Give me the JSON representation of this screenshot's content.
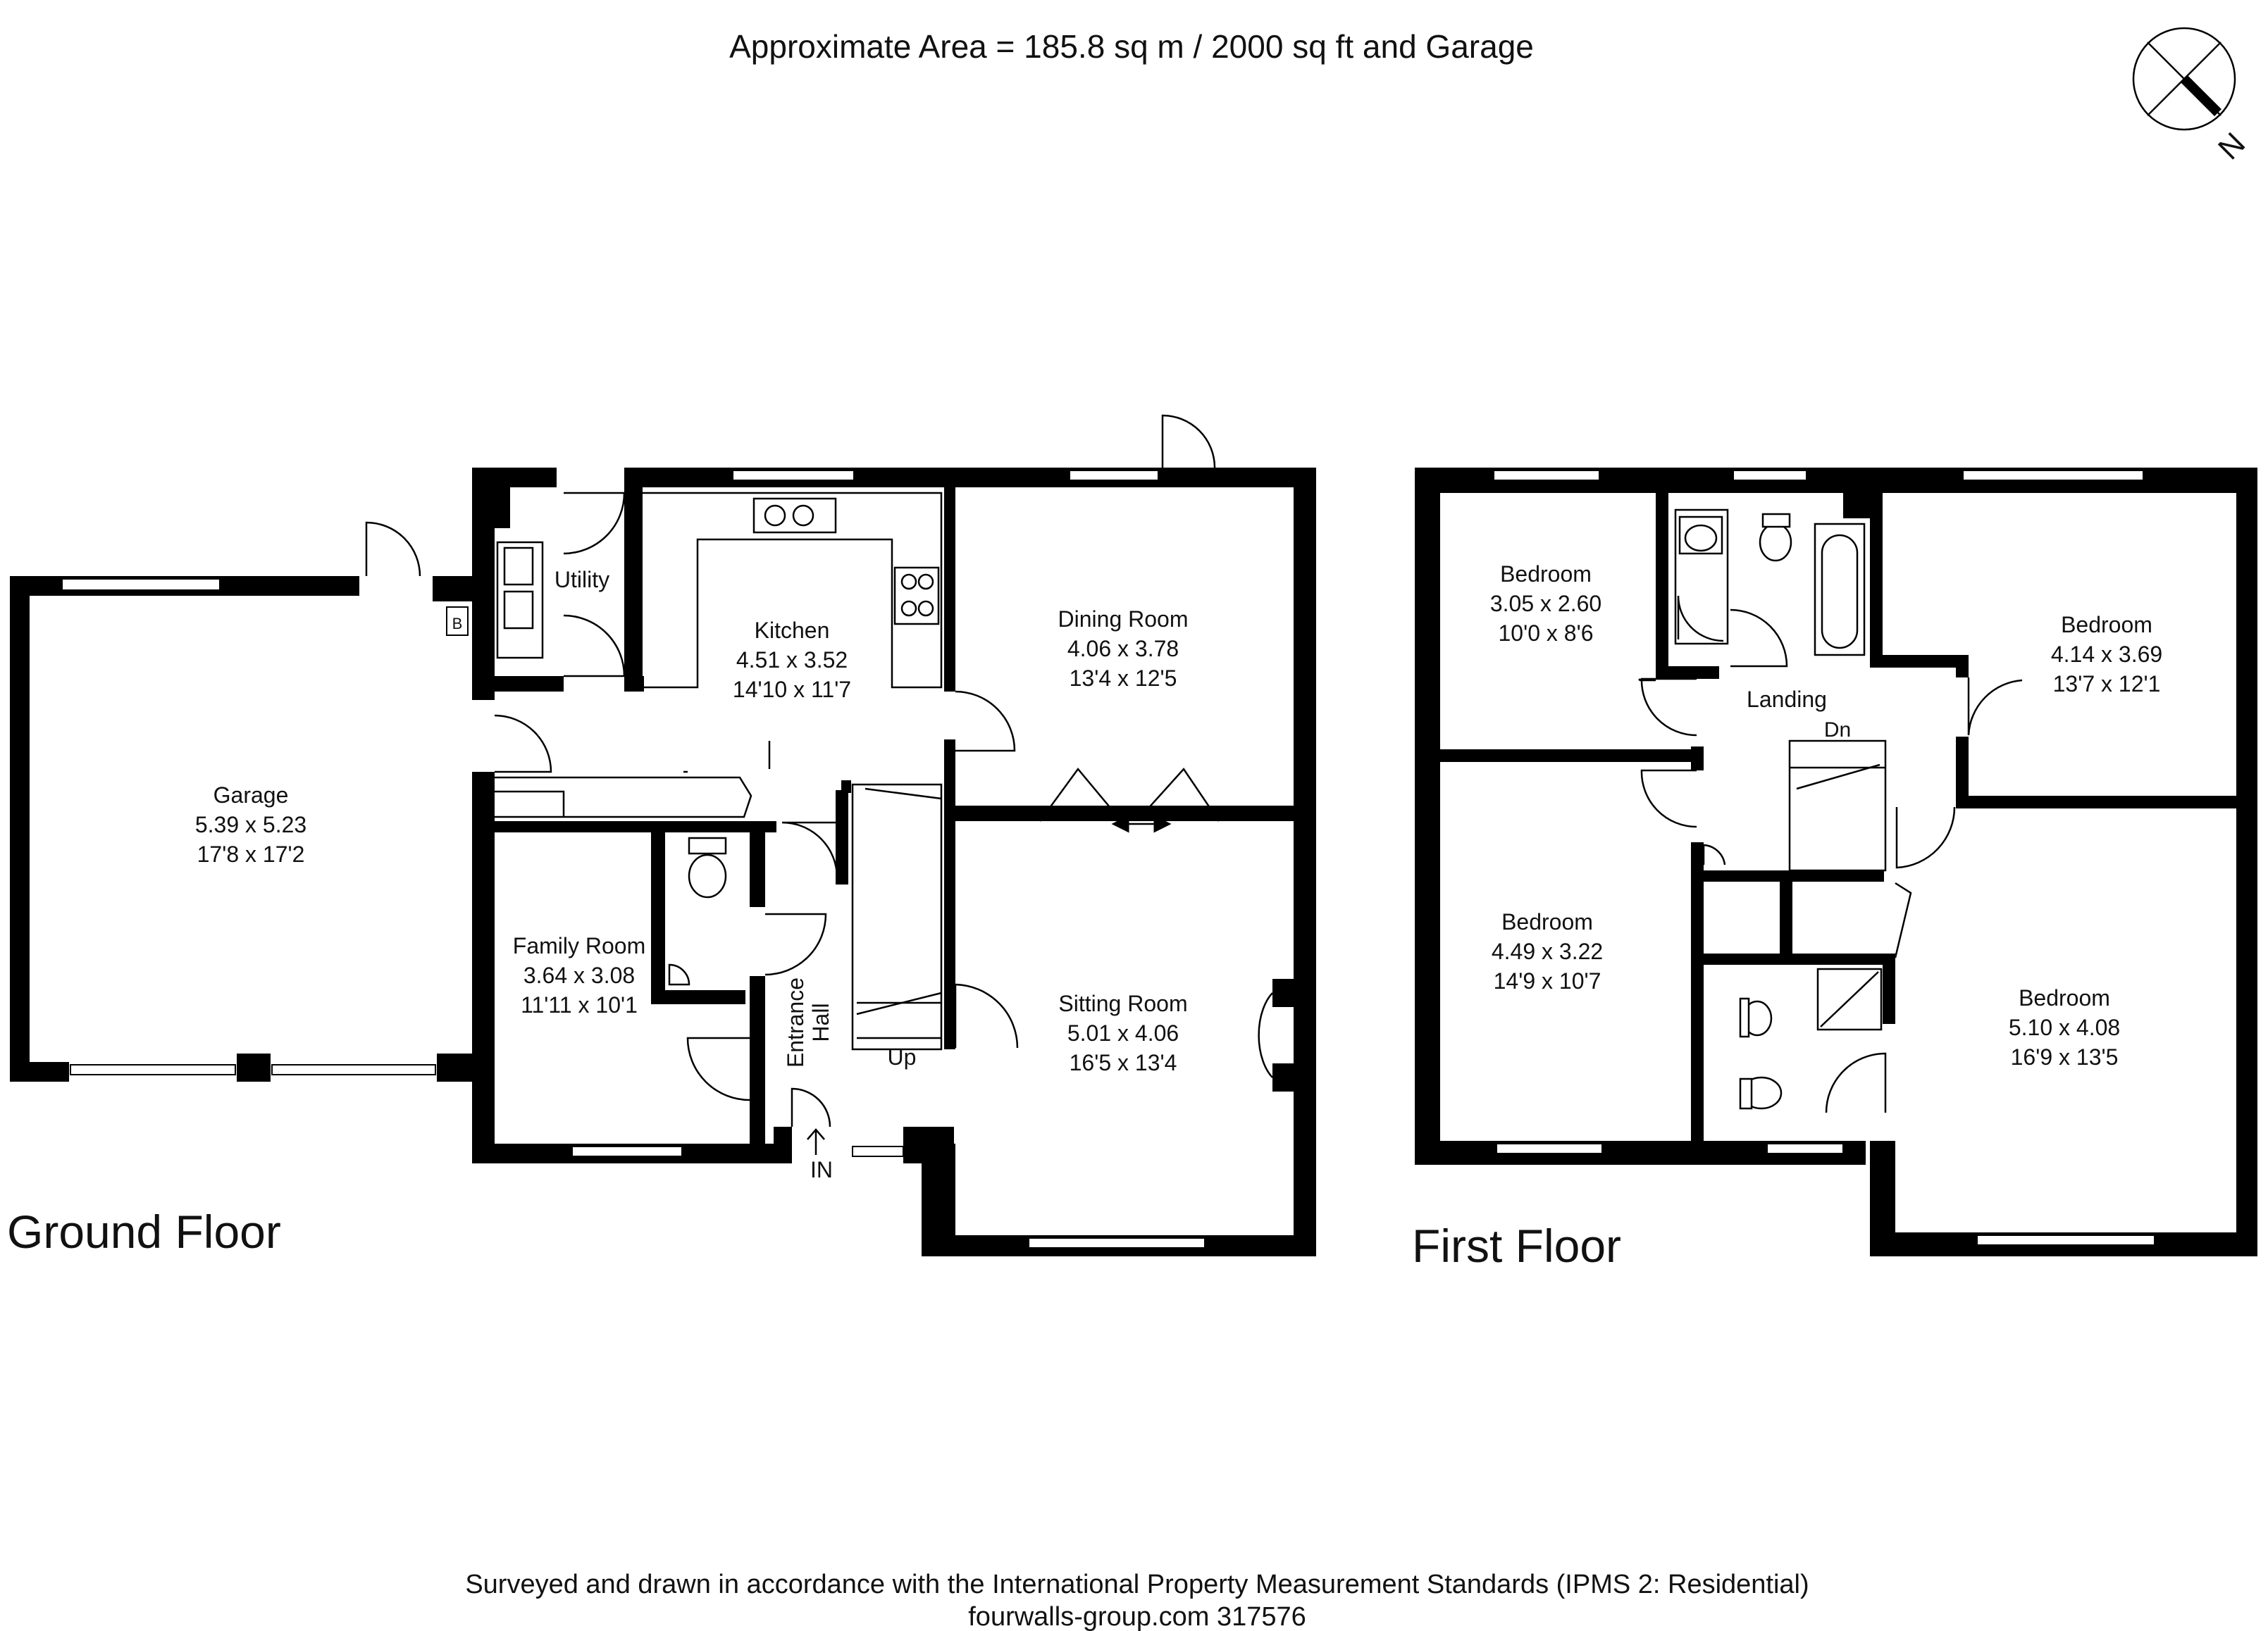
{
  "header": {
    "area_text": "Approximate  Area = 185.8 sq m / 2000 sq ft and Garage"
  },
  "compass": {
    "label": "N"
  },
  "floors": [
    {
      "name": "Ground Floor",
      "rooms": [
        {
          "name": "Garage",
          "metric": "5.39 x 5.23",
          "imperial": "17'8 x 17'2"
        },
        {
          "name": "Utility",
          "metric": "",
          "imperial": ""
        },
        {
          "name": "Kitchen",
          "metric": "4.51 x 3.52",
          "imperial": "14'10 x 11'7"
        },
        {
          "name": "Dining Room",
          "metric": "4.06 x 3.78",
          "imperial": "13'4 x 12'5"
        },
        {
          "name": "Family Room",
          "metric": "3.64 x 3.08",
          "imperial": "11'11 x 10'1"
        },
        {
          "name": "Sitting Room",
          "metric": "5.01 x 4.06",
          "imperial": "16'5 x 13'4"
        }
      ],
      "labels": {
        "entrance_hall_1": "Entrance",
        "entrance_hall_2": "Hall",
        "stairs_up": "Up",
        "entry": "IN",
        "boiler": "B"
      }
    },
    {
      "name": "First Floor",
      "rooms": [
        {
          "name": "Bedroom",
          "metric": "3.05 x 2.60",
          "imperial": "10'0 x 8'6"
        },
        {
          "name": "Bedroom",
          "metric": "4.14 x 3.69",
          "imperial": "13'7 x 12'1"
        },
        {
          "name": "Bedroom",
          "metric": "4.49 x 3.22",
          "imperial": "14'9 x 10'7"
        },
        {
          "name": "Bedroom",
          "metric": "5.10 x 4.08",
          "imperial": "16'9 x 13'5"
        }
      ],
      "labels": {
        "landing": "Landing",
        "stairs_down": "Dn"
      }
    }
  ],
  "footer": {
    "line1": "Surveyed and drawn in accordance with the International Property Measurement Standards (IPMS 2: Residential)",
    "line2": "fourwalls-group.com 317576"
  }
}
